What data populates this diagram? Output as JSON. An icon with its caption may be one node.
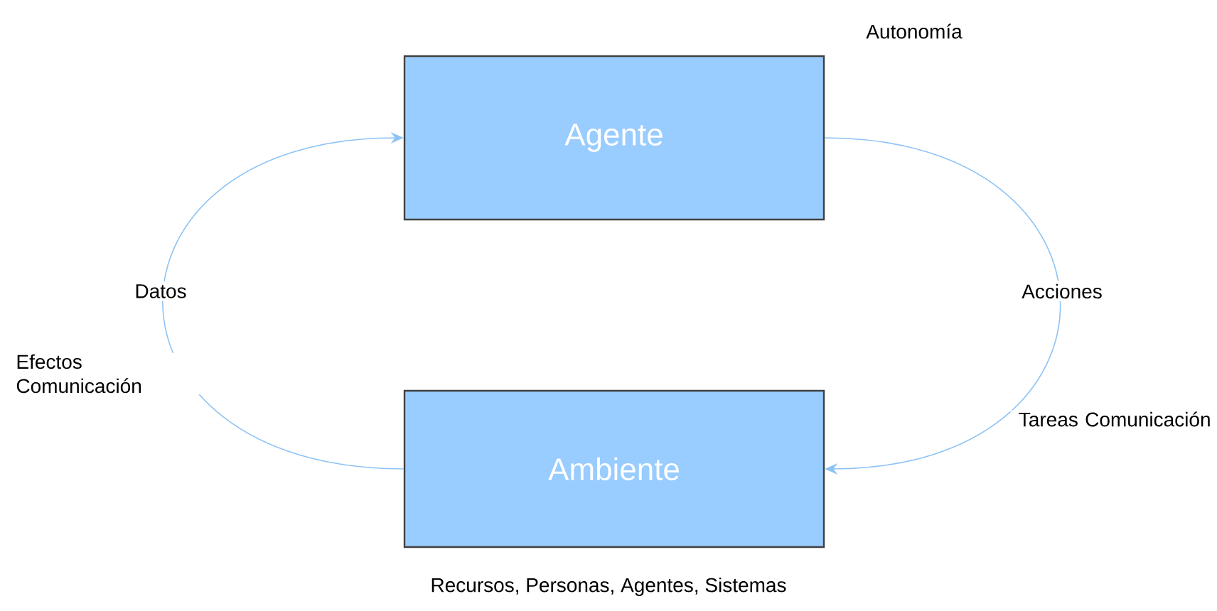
{
  "diagram": {
    "nodes": [
      {
        "text": [
          "Agente"
        ],
        "beside": [
          "Autonomía"
        ]
      },
      {
        "text": [
          "Ambiente"
        ],
        "beside": [
          "Recursos, Personas,  Agentes, Sistemas"
        ]
      }
    ],
    "edges": [
      {
        "from": 0,
        "to": 1,
        "arrow": "to",
        "label": "Acciones"
      },
      {
        "from": 1,
        "to": 0,
        "arrow": "to",
        "label": "Datos"
      }
    ],
    "labels": [
      "Efectos Comunicación",
      "Tareas Comunicación"
    ]
  }
}
